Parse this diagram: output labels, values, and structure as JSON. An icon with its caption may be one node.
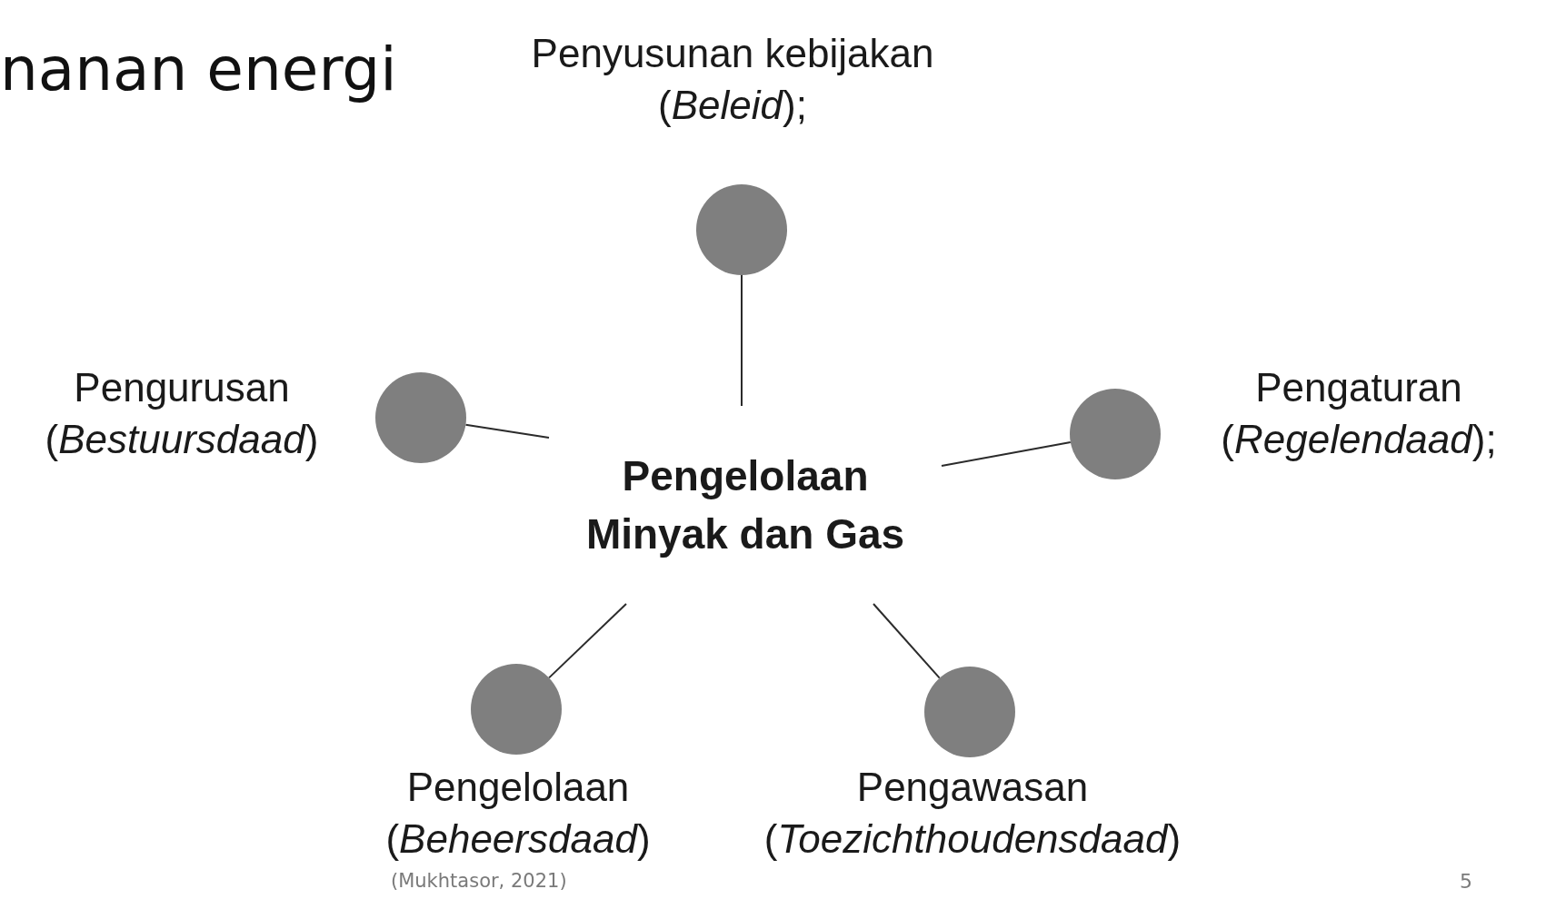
{
  "diagram": {
    "title": "nanan energi",
    "nodes": [
      {
        "text": [
          "Pengelolaan Minyak dan Gas"
        ]
      },
      {
        "text": [],
        "shape": "circle",
        "beside": [
          "Penyusunan kebijakan (*Beleid*);"
        ]
      },
      {
        "text": [],
        "shape": "circle",
        "beside": [
          "Pengurusan (*Bestuursdaad*)"
        ]
      },
      {
        "text": [],
        "shape": "circle",
        "beside": [
          "Pengaturan (*Regelendaad*);"
        ]
      },
      {
        "text": [],
        "shape": "circle",
        "beside": [
          "Pengelolaan (*Beheersdaad*)"
        ]
      },
      {
        "text": [],
        "shape": "circle",
        "beside": [
          "Pengawasan (*Toezichthoudensdaad*)"
        ]
      }
    ],
    "edges": [
      {
        "from": 0,
        "to": 1,
        "arrow": "none"
      },
      {
        "from": 0,
        "to": 2,
        "arrow": "none"
      },
      {
        "from": 0,
        "to": 3,
        "arrow": "none"
      },
      {
        "from": 0,
        "to": 4,
        "arrow": "none"
      },
      {
        "from": 0,
        "to": 5,
        "arrow": "none"
      }
    ],
    "labels": [
      "(Mukhtasor, 2021)",
      "5"
    ]
  }
}
